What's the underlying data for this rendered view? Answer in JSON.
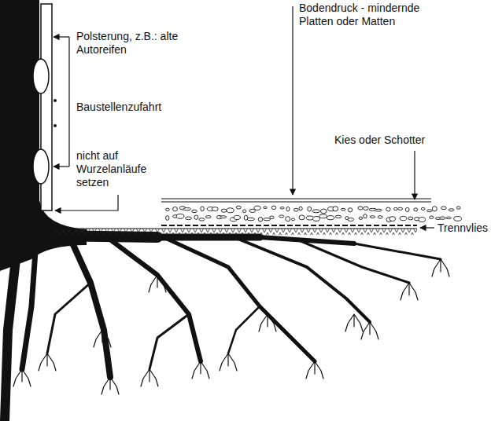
{
  "diagram": {
    "labels": [
      "Polsterung, z.B.: alte Autoreifen",
      "Baustellenzufahrt",
      "nicht auf Wurzelanläufe setzen",
      "Bodendruck - mindernde Platten oder Matten",
      "Kies oder Schotter",
      "Trennvlies"
    ]
  }
}
